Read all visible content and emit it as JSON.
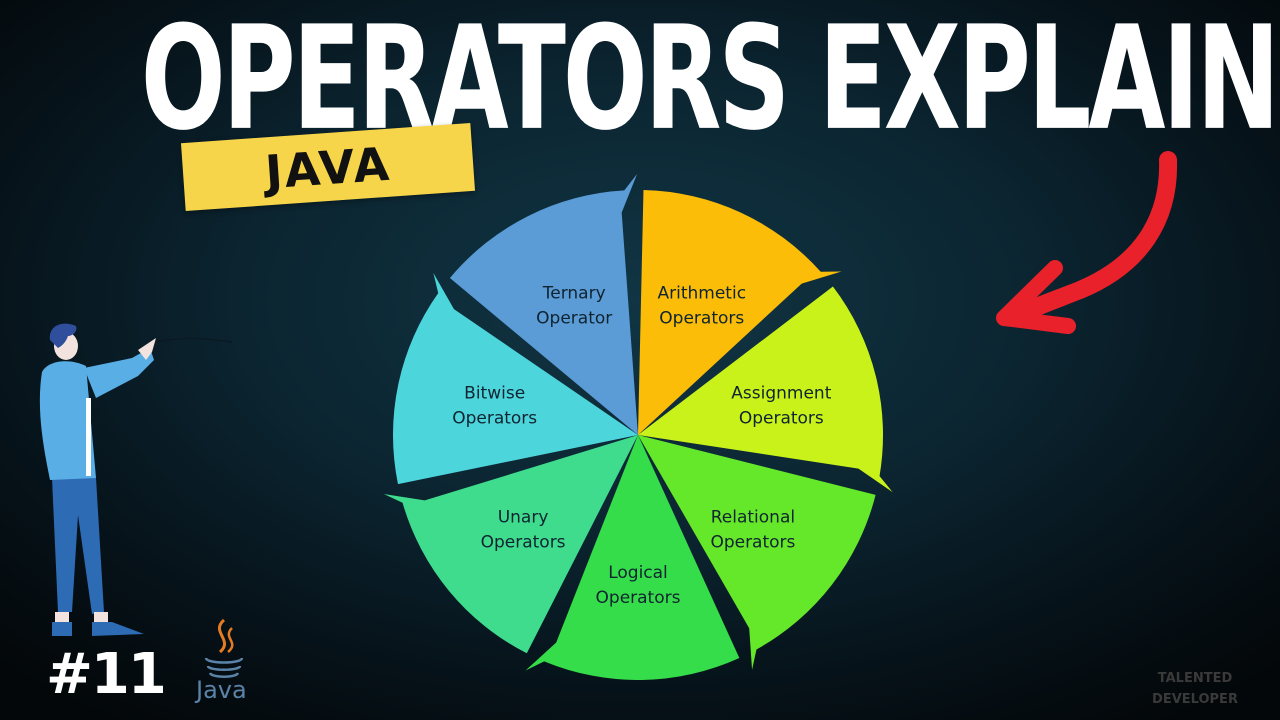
{
  "header": {
    "title": "OPERATORS EXPLAINED",
    "tag": "JAVA"
  },
  "diagram": {
    "type": "cycle-pie",
    "segments": [
      {
        "line1": "Arithmetic",
        "line2": "Operators",
        "color": "#fbbd08"
      },
      {
        "line1": "Assignment",
        "line2": "Operators",
        "color": "#c9f21b"
      },
      {
        "line1": "Relational",
        "line2": "Operators",
        "color": "#66e82a"
      },
      {
        "line1": "Logical",
        "line2": "Operators",
        "color": "#35dd4a"
      },
      {
        "line1": "Unary",
        "line2": "Operators",
        "color": "#3fdc8e"
      },
      {
        "line1": "Bitwise",
        "line2": "Operators",
        "color": "#4dd5dc"
      },
      {
        "line1": "Ternary",
        "line2": "Operator",
        "color": "#5b9bd6"
      }
    ]
  },
  "footer": {
    "episode": "#11",
    "logo_text": "Java",
    "watermark_line1": "TALENTED",
    "watermark_line2": "DEVELOPER"
  },
  "colors": {
    "background": "#0b2430",
    "tag_yellow": "#f7d54a",
    "arrow_red": "#e8212a",
    "java_orange": "#e77b22",
    "java_blue": "#5b83a8"
  }
}
